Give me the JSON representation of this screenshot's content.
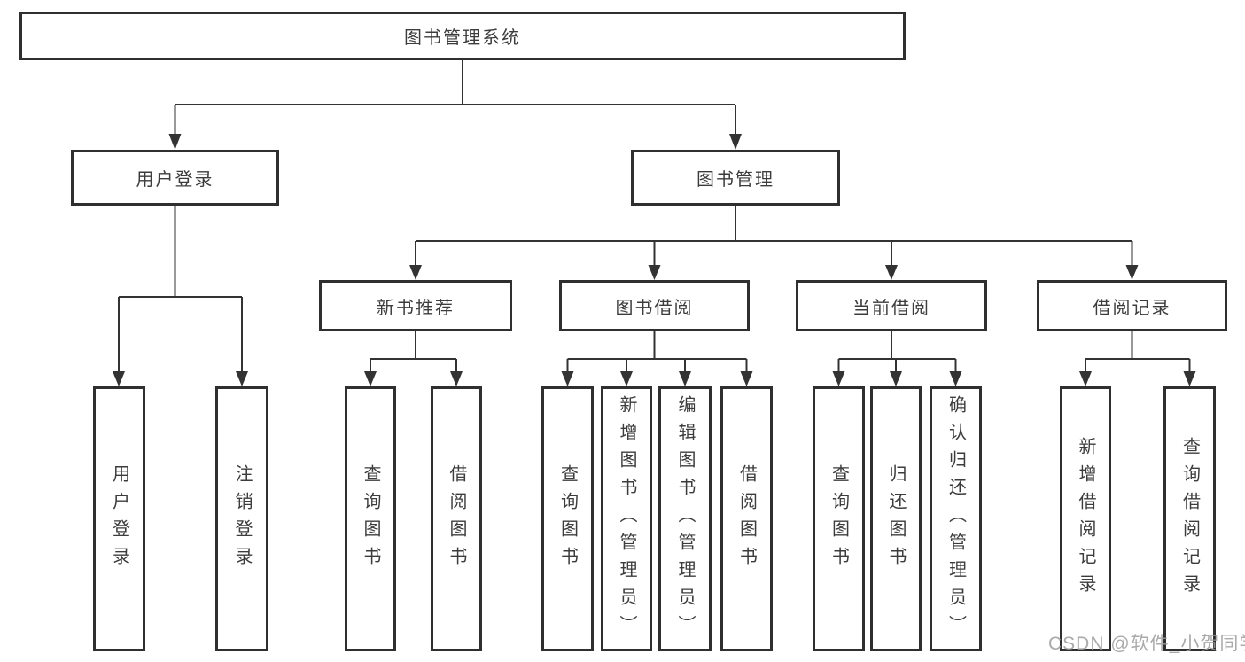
{
  "diagram": {
    "type": "hierarchy-tree",
    "nodes": {
      "root": {
        "label": "图书管理系统"
      },
      "user_login": {
        "label": "用户登录",
        "parent": "root"
      },
      "book_mgmt": {
        "label": "图书管理",
        "parent": "root"
      },
      "new_book_rec": {
        "label": "新书推荐",
        "parent": "book_mgmt"
      },
      "book_borrow": {
        "label": "图书借阅",
        "parent": "book_mgmt"
      },
      "current_borrow": {
        "label": "当前借阅",
        "parent": "book_mgmt"
      },
      "borrow_record": {
        "label": "借阅记录",
        "parent": "book_mgmt"
      },
      "user_login_leaf": {
        "label": "用户登录",
        "parent": "user_login"
      },
      "logout_leaf": {
        "label": "注销登录",
        "parent": "user_login"
      },
      "query_book_1": {
        "label": "查询图书",
        "parent": "new_book_rec"
      },
      "borrow_book_1": {
        "label": "借阅图书",
        "parent": "new_book_rec"
      },
      "query_book_2": {
        "label": "查询图书",
        "parent": "book_borrow"
      },
      "add_book": {
        "label": "新增图书（管理员）",
        "parent": "book_borrow"
      },
      "edit_book": {
        "label": "编辑图书（管理员）",
        "parent": "book_borrow"
      },
      "borrow_book_2": {
        "label": "借阅图书",
        "parent": "book_borrow"
      },
      "query_book_3": {
        "label": "查询图书",
        "parent": "current_borrow"
      },
      "return_book": {
        "label": "归还图书",
        "parent": "current_borrow"
      },
      "confirm_return": {
        "label": "确认归还（管理员）",
        "parent": "current_borrow"
      },
      "add_borrow_record": {
        "label": "新增借阅记录",
        "parent": "borrow_record"
      },
      "query_borrow_record": {
        "label": "查询借阅记录",
        "parent": "borrow_record"
      }
    },
    "colors": {
      "line": "#333333",
      "box_border": "#2f2f2f",
      "text": "#3c3c3c",
      "background": "#ffffff",
      "watermark": "#9b9b9b"
    }
  },
  "watermark": "CSDN @软件_小贺同学"
}
